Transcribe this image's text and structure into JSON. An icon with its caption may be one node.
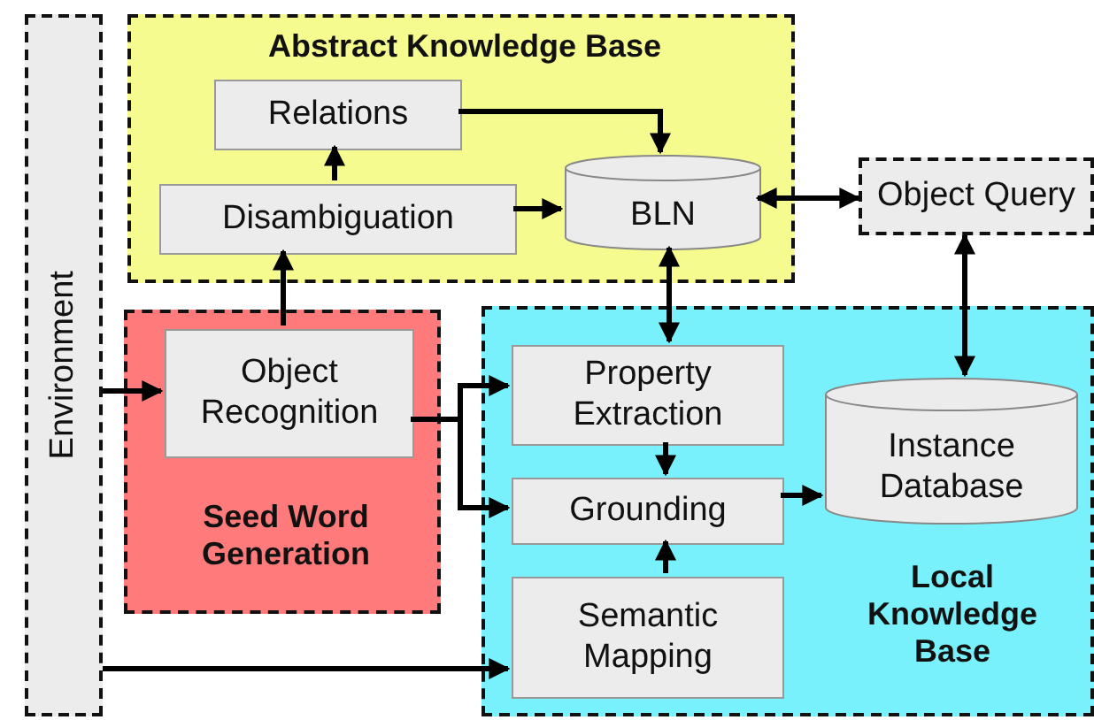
{
  "diagram": {
    "nodes": [
      {
        "text": [
          "Environment"
        ]
      },
      {
        "text": [
          "Abstract Knowledge Base"
        ]
      },
      {
        "text": [
          "Relations"
        ],
        "in": 1
      },
      {
        "text": [
          "Disambiguation"
        ],
        "in": 1
      },
      {
        "text": [
          "BLN"
        ],
        "in": 1
      },
      {
        "text": [
          "Object Query"
        ]
      },
      {
        "text": [
          "Seed Word Generation"
        ]
      },
      {
        "text": [
          "Object Recognition"
        ],
        "in": 6
      },
      {
        "text": [
          "Local Knowledge Base"
        ]
      },
      {
        "text": [
          "Property Extraction"
        ],
        "in": 8
      },
      {
        "text": [
          "Grounding"
        ],
        "in": 8
      },
      {
        "text": [
          "Semantic Mapping"
        ],
        "in": 8
      },
      {
        "text": [
          "Instance Database"
        ],
        "in": 8
      }
    ],
    "edges": [
      {
        "from": 0,
        "to": 7,
        "arrow": "to"
      },
      {
        "from": 0,
        "to": 11,
        "arrow": "to"
      },
      {
        "from": 7,
        "to": 9,
        "arrow": "to"
      },
      {
        "from": 7,
        "to": 10,
        "arrow": "to"
      },
      {
        "from": 7,
        "to": 3,
        "arrow": "to"
      },
      {
        "from": 3,
        "to": 2,
        "arrow": "to"
      },
      {
        "from": 2,
        "to": 4,
        "arrow": "to"
      },
      {
        "from": 3,
        "to": 4,
        "arrow": "to"
      },
      {
        "from": 4,
        "to": 5,
        "arrow": "both"
      },
      {
        "from": 4,
        "to": 9,
        "arrow": "both"
      },
      {
        "from": 5,
        "to": 12,
        "arrow": "both"
      },
      {
        "from": 9,
        "to": 10,
        "arrow": "to"
      },
      {
        "from": 11,
        "to": 10,
        "arrow": "to"
      },
      {
        "from": 10,
        "to": 12,
        "arrow": "to"
      }
    ]
  }
}
